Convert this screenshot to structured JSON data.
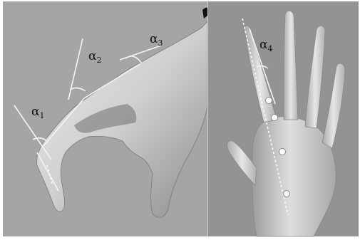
{
  "figure": {
    "left_panel": {
      "angle_labels": [
        {
          "greek": "α",
          "sub": "1"
        },
        {
          "greek": "α",
          "sub": "2"
        },
        {
          "greek": "α",
          "sub": "3"
        }
      ]
    },
    "right_panel": {
      "angle_labels": [
        {
          "greek": "α",
          "sub": "4"
        }
      ],
      "joint_markers": 4
    },
    "colors": {
      "left_bg": "#a5a5a5",
      "right_bg": "#939393",
      "skin_light": "#e2e2e2",
      "skin_mid": "#bdbdbd",
      "skin_dark": "#7c7c7c",
      "guide_line": "#f4f4f4"
    }
  }
}
